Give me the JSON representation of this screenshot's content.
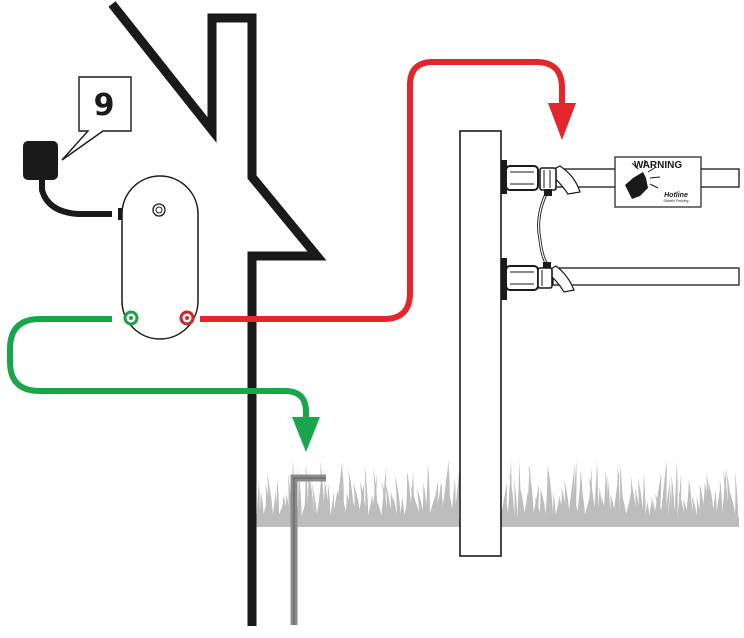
{
  "diagram": {
    "step_number": "9",
    "warning_sign": {
      "title": "WARNING",
      "brand": "Hotline",
      "brand_tagline": "Electric Fencing",
      "icon": "electric-shock-hand-icon"
    },
    "colors": {
      "live_lead": "#e3262b",
      "earth_lead": "#19a64a",
      "outline": "#1a1a1a",
      "grass": "#bdbdbd",
      "earth_stake": "#8c8c8c",
      "terminal_green": "#1fa043",
      "terminal_red": "#c62a2a"
    }
  }
}
